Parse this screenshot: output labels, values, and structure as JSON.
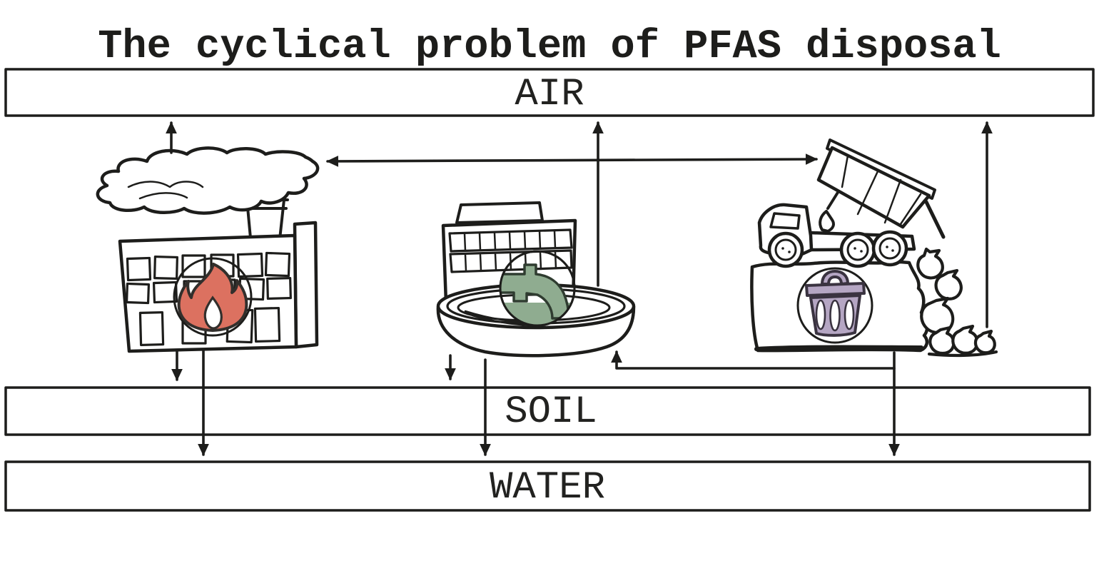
{
  "title": "The cyclical problem of PFAS disposal",
  "layers": {
    "air": "AIR",
    "soil": "SOIL",
    "water": "WATER"
  },
  "palette": {
    "line": "#1d1d1b",
    "background": "#ffffff"
  },
  "nodes": {
    "incinerator": {
      "icon": "flame-icon",
      "color": "#dc7160",
      "badge_bg": "#f8f6f3"
    },
    "treatment_plant": {
      "icon": "faucet-icon",
      "color": "#8fac90",
      "badge_bg": "#f4f3ef"
    },
    "landfill": {
      "icon": "trash-can-icon",
      "color": "#b5a6c3",
      "badge_bg": "#f7f5f7"
    }
  }
}
